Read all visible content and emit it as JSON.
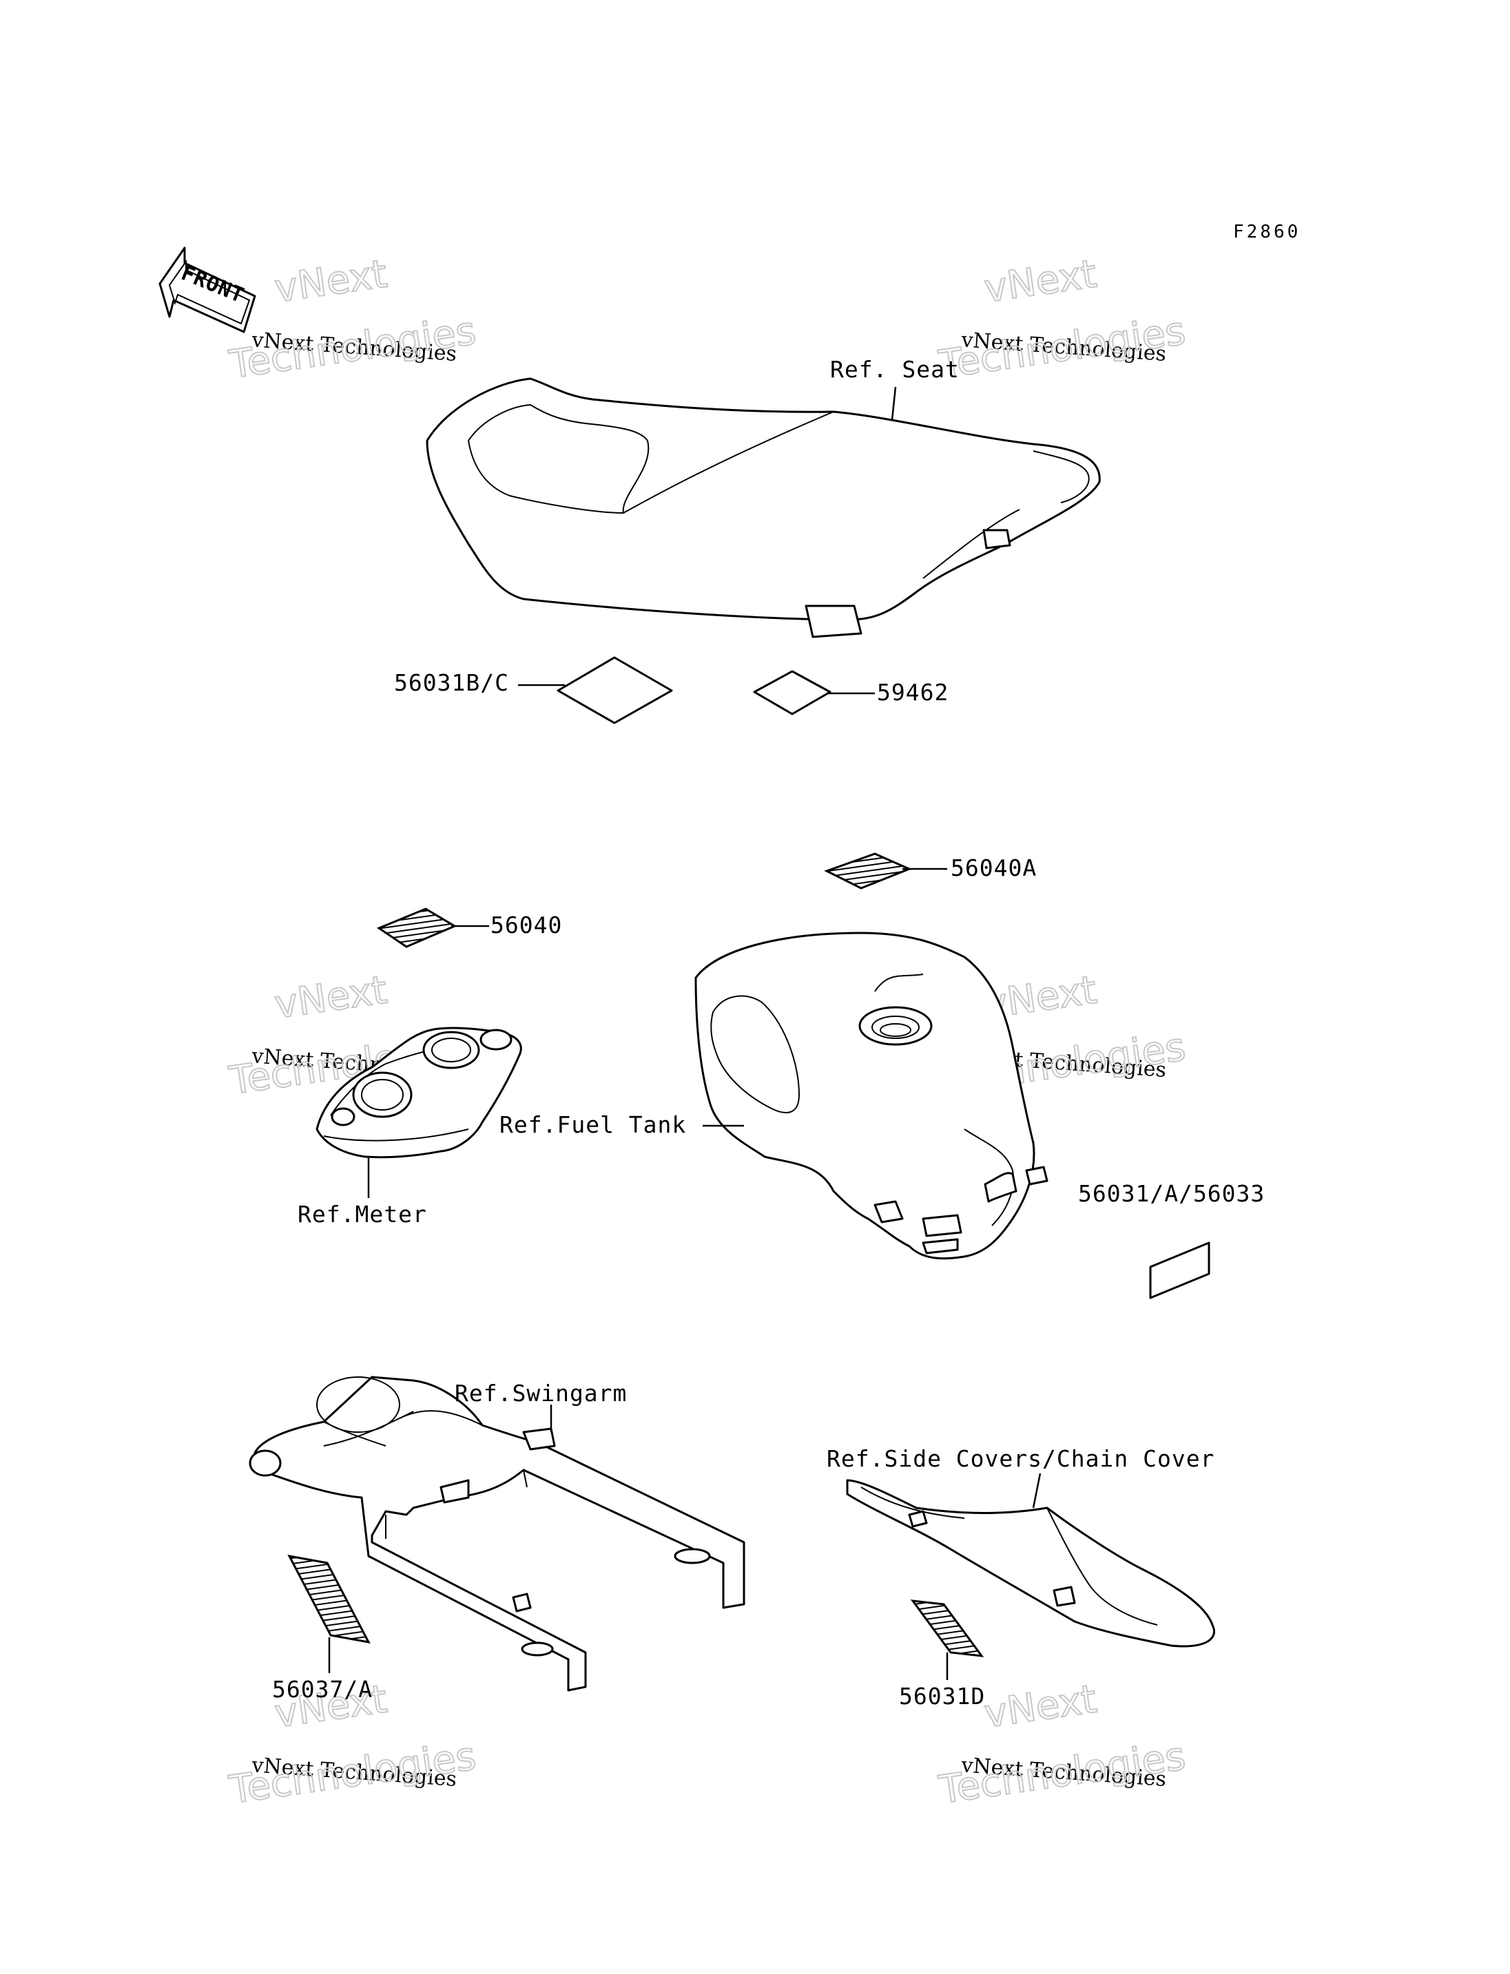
{
  "figure_code": "F2860",
  "front_label": "FRONT",
  "watermark": {
    "brand": "vNext",
    "line_small": "vNext Technologies",
    "line_large": "Technologies"
  },
  "callouts": {
    "seat": "Ref. Seat",
    "seat_label_left": "56031B/C",
    "seat_label_right": "59462",
    "label_56040a": "56040A",
    "label_56040": "56040",
    "fuel_tank": "Ref.Fuel  Tank",
    "meter": "Ref.Meter",
    "tank_label": "56031/A/56033",
    "swingarm": "Ref.Swingarm",
    "side_covers": "Ref.Side Covers/Chain Cover",
    "swingarm_label": "56037/A",
    "cover_label": "56031D"
  }
}
